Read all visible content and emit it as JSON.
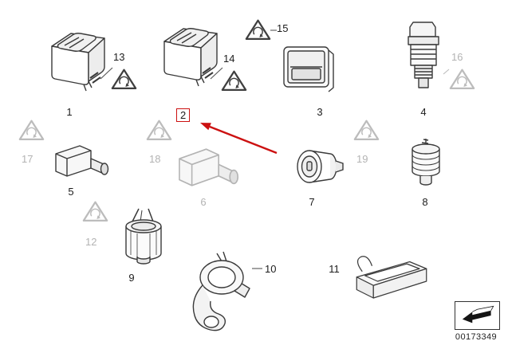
{
  "diagram": {
    "footer_number": "00173349",
    "highlight": {
      "item": "2",
      "color": "#cc1111"
    },
    "items": [
      {
        "id": "1",
        "label": "1",
        "available": true,
        "kind": "rocker-switch"
      },
      {
        "id": "2",
        "label": "2",
        "available": true,
        "kind": "rocker-switch",
        "highlighted": true
      },
      {
        "id": "3",
        "label": "3",
        "available": true,
        "kind": "panel-switch"
      },
      {
        "id": "4",
        "label": "4",
        "available": true,
        "kind": "plunger-switch"
      },
      {
        "id": "5",
        "label": "5",
        "available": true,
        "kind": "contact-switch"
      },
      {
        "id": "6",
        "label": "6",
        "available": false,
        "kind": "contact-switch"
      },
      {
        "id": "7",
        "label": "7",
        "available": true,
        "kind": "lighter-socket"
      },
      {
        "id": "8",
        "label": "8",
        "available": true,
        "kind": "power-socket"
      },
      {
        "id": "9",
        "label": "9",
        "available": true,
        "kind": "lighter-element"
      },
      {
        "id": "10",
        "label": "10",
        "available": true,
        "kind": "holder-bracket"
      },
      {
        "id": "11",
        "label": "11",
        "available": true,
        "kind": "tray-module"
      },
      {
        "id": "12",
        "label": "12",
        "available": false,
        "kind": "recycle-mark"
      },
      {
        "id": "13",
        "label": "13",
        "available": true,
        "kind": "recycle-mark"
      },
      {
        "id": "14",
        "label": "14",
        "available": true,
        "kind": "recycle-mark"
      },
      {
        "id": "15",
        "label": "15",
        "available": true,
        "kind": "recycle-mark"
      },
      {
        "id": "16",
        "label": "16",
        "available": false,
        "kind": "recycle-mark"
      },
      {
        "id": "17",
        "label": "17",
        "available": false,
        "kind": "recycle-mark"
      },
      {
        "id": "18",
        "label": "18",
        "available": false,
        "kind": "recycle-mark"
      },
      {
        "id": "19",
        "label": "19",
        "available": false,
        "kind": "recycle-mark"
      }
    ]
  }
}
